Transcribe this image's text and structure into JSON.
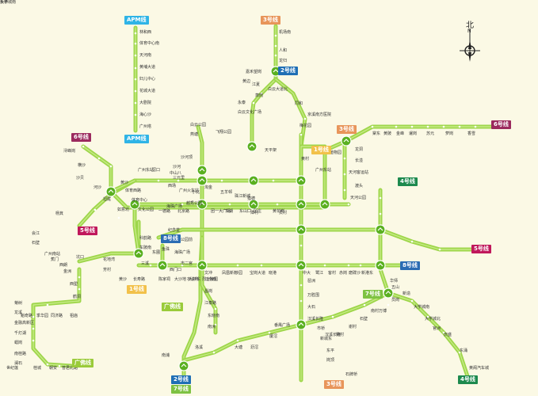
{
  "colors": {
    "line": "#9ed64a",
    "lineInner": "#c6ea86",
    "background": "#fbf9e5",
    "apm": "#2fb4e6",
    "line1": "#f2c14a",
    "line2": "#1f6fb5",
    "line3": "#e8955a",
    "line4": "#1d8a4e",
    "line5": "#c0185b",
    "line6": "#9b2a5e",
    "line7": "#7ec242",
    "line8": "#2b6cb3",
    "guangfo": "#9acb3a"
  },
  "compass": {
    "label": "北",
    "letter": "N"
  },
  "badges": [
    {
      "id": "apm-top",
      "label": "APM线",
      "color": "#2fb4e6"
    },
    {
      "id": "apm-bottom",
      "label": "APM线",
      "color": "#2fb4e6"
    },
    {
      "id": "l3-top",
      "label": "3号线",
      "color": "#e8955a"
    },
    {
      "id": "l2-top",
      "label": "2号线",
      "color": "#1f6fb5"
    },
    {
      "id": "l3-mid",
      "label": "3号线",
      "color": "#e8955a"
    },
    {
      "id": "l6-right",
      "label": "6号线",
      "color": "#9b2a5e"
    },
    {
      "id": "l6-left",
      "label": "6号线",
      "color": "#9b2a5e"
    },
    {
      "id": "l1-top",
      "label": "1号线",
      "color": "#f2c14a"
    },
    {
      "id": "l4-top",
      "label": "4号线",
      "color": "#1d8a4e"
    },
    {
      "id": "l5-left",
      "label": "5号线",
      "color": "#c0185b"
    },
    {
      "id": "l5-right",
      "label": "5号线",
      "color": "#c0185b"
    },
    {
      "id": "l8-left",
      "label": "8号线",
      "color": "#2b6cb3"
    },
    {
      "id": "l8-right",
      "label": "8号线",
      "color": "#2b6cb3"
    },
    {
      "id": "l1-bottom",
      "label": "1号线",
      "color": "#f2c14a"
    },
    {
      "id": "gf-mid",
      "label": "广佛线",
      "color": "#9acb3a"
    },
    {
      "id": "l7-right",
      "label": "7号线",
      "color": "#7ec242"
    },
    {
      "id": "gf-bottom",
      "label": "广佛线",
      "color": "#9acb3a"
    },
    {
      "id": "l4-bottom",
      "label": "4号线",
      "color": "#1d8a4e"
    },
    {
      "id": "l2-bottom",
      "label": "2号线",
      "color": "#1f6fb5"
    },
    {
      "id": "l7-bottom",
      "label": "7号线",
      "color": "#7ec242"
    },
    {
      "id": "l3-bottom",
      "label": "3号线",
      "color": "#e8955a"
    }
  ],
  "stations": [
    {
      "name": "林和西"
    },
    {
      "name": "体育中心南"
    },
    {
      "name": "天河南"
    },
    {
      "name": "黄埔大道"
    },
    {
      "name": "妇儿中心"
    },
    {
      "name": "花城大道"
    },
    {
      "name": "大剧院"
    },
    {
      "name": "海心沙"
    },
    {
      "name": "广州塔"
    },
    {
      "name": "机场南"
    },
    {
      "name": "人和"
    },
    {
      "name": "龙归"
    },
    {
      "name": "嘉禾望岗"
    },
    {
      "name": "黄边"
    },
    {
      "name": "江夏"
    },
    {
      "name": "白云大道北"
    },
    {
      "name": "萧岗"
    },
    {
      "name": "永泰"
    },
    {
      "name": "白云文化广场"
    },
    {
      "name": "同和"
    },
    {
      "name": "京溪南方医院"
    },
    {
      "name": "梅花园"
    },
    {
      "name": "飞翔公园"
    },
    {
      "name": "白云公园"
    },
    {
      "name": "燕塘"
    },
    {
      "name": "广州东站"
    },
    {
      "name": "天平架"
    },
    {
      "name": "黄村"
    },
    {
      "name": "植物园"
    },
    {
      "name": "龙洞"
    },
    {
      "name": "长湴"
    },
    {
      "name": "天河客运站"
    },
    {
      "name": "渡头"
    },
    {
      "name": "天河公园"
    },
    {
      "name": "棠东"
    },
    {
      "name": "黄陂"
    },
    {
      "name": "金峰"
    },
    {
      "name": "暹岗"
    },
    {
      "name": "苏元"
    },
    {
      "name": "萝岗"
    },
    {
      "name": "香雪"
    },
    {
      "name": "浔峰岗"
    },
    {
      "name": "横沙"
    },
    {
      "name": "沙贝"
    },
    {
      "name": "河沙"
    },
    {
      "name": "坦尾"
    },
    {
      "name": "如意坊"
    },
    {
      "name": "黄沙"
    },
    {
      "name": "文化公园"
    },
    {
      "name": "一德路"
    },
    {
      "name": "海珠广场"
    },
    {
      "name": "北京路"
    },
    {
      "name": "团一大广场"
    },
    {
      "name": "东湖"
    },
    {
      "name": "东山口"
    },
    {
      "name": "区庄"
    },
    {
      "name": "黄花岗"
    },
    {
      "name": "沙河顶"
    },
    {
      "name": "沙河"
    },
    {
      "name": "三元里"
    },
    {
      "name": "广州火车站"
    },
    {
      "name": "越秀公园"
    },
    {
      "name": "纪念堂"
    },
    {
      "name": "公园前"
    },
    {
      "name": "海珠广场"
    },
    {
      "name": "市二宫"
    },
    {
      "name": "江南西"
    },
    {
      "name": "昌岗"
    },
    {
      "name": "江泰路"
    },
    {
      "name": "东晓南"
    },
    {
      "name": "南洲"
    },
    {
      "name": "洛溪"
    },
    {
      "name": "南浦"
    },
    {
      "name": "会江"
    },
    {
      "name": "石壁"
    },
    {
      "name": "广州南站"
    },
    {
      "name": "西朗"
    },
    {
      "name": "坑口"
    },
    {
      "name": "花地湾"
    },
    {
      "name": "芳村"
    },
    {
      "name": "黄沙"
    },
    {
      "name": "长寿路"
    },
    {
      "name": "陈家祠"
    },
    {
      "name": "西门口"
    },
    {
      "name": "农讲所"
    },
    {
      "name": "烈士陵园"
    },
    {
      "name": "杨箕"
    },
    {
      "name": "体育西路"
    },
    {
      "name": "体育中心"
    },
    {
      "name": "广州东站"
    },
    {
      "name": "滘口"
    },
    {
      "name": "中山八"
    },
    {
      "name": "西场"
    },
    {
      "name": "小北"
    },
    {
      "name": "淘金"
    },
    {
      "name": "五羊邨"
    },
    {
      "name": "珠江新城"
    },
    {
      "name": "猎德"
    },
    {
      "name": "潭村"
    },
    {
      "name": "员村"
    },
    {
      "name": "科韵路"
    },
    {
      "name": "车陂南"
    },
    {
      "name": "东圃"
    },
    {
      "name": "三溪"
    },
    {
      "name": "鱼珠"
    },
    {
      "name": "大沙地"
    },
    {
      "name": "大沙东"
    },
    {
      "name": "文冲"
    },
    {
      "name": "凤凰新村"
    },
    {
      "name": "沙园"
    },
    {
      "name": "宝岗大道"
    },
    {
      "name": "晓港"
    },
    {
      "name": "中大"
    },
    {
      "name": "鹭江"
    },
    {
      "name": "客村"
    },
    {
      "name": "赤岗"
    },
    {
      "name": "磨碟沙"
    },
    {
      "name": "新港东"
    },
    {
      "name": "琶洲"
    },
    {
      "name": "万胜围"
    },
    {
      "name": "大石"
    },
    {
      "name": "汉溪长隆"
    },
    {
      "name": "市桥"
    },
    {
      "name": "番禺广场"
    },
    {
      "name": "厦滘"
    },
    {
      "name": "沥滘"
    },
    {
      "name": "大塘"
    },
    {
      "name": "石牌桥"
    },
    {
      "name": "岗顶"
    },
    {
      "name": "华师"
    },
    {
      "name": "五山"
    },
    {
      "name": "新造"
    },
    {
      "name": "大学城南"
    },
    {
      "name": "大学城北"
    },
    {
      "name": "官洲"
    },
    {
      "name": "庆盛"
    },
    {
      "name": "东涌"
    },
    {
      "name": "黄阁汽车城"
    },
    {
      "name": "蕉门"
    },
    {
      "name": "金洲"
    },
    {
      "name": "西塱"
    },
    {
      "name": "鹤洞"
    },
    {
      "name": "菊树"
    },
    {
      "name": "龙溪"
    },
    {
      "name": "金融高新区"
    },
    {
      "name": "千灯湖"
    },
    {
      "name": "𧒽岗"
    },
    {
      "name": "南桂路"
    },
    {
      "name": "桂城"
    },
    {
      "name": "朝安"
    },
    {
      "name": "普君北路"
    },
    {
      "name": "祖庙"
    },
    {
      "name": "同济路"
    },
    {
      "name": "季华园"
    },
    {
      "name": "魁奇路"
    },
    {
      "name": "澜石"
    },
    {
      "name": "世纪莲"
    },
    {
      "name": "东平"
    },
    {
      "name": "新城东"
    },
    {
      "name": "汉溪长隆"
    },
    {
      "name": "钟村"
    },
    {
      "name": "谢村"
    },
    {
      "name": "石壁"
    },
    {
      "name": "南村万博"
    },
    {
      "name": "员岗"
    },
    {
      "name": "板桥"
    },
    {
      "name": "大学城南"
    }
  ],
  "labelMap": {
    "apm": [
      "林和西",
      "体育中心南",
      "天河南",
      "黄埔大道",
      "妇儿中心",
      "花城大道",
      "大剧院",
      "海心沙",
      "广州塔"
    ]
  }
}
